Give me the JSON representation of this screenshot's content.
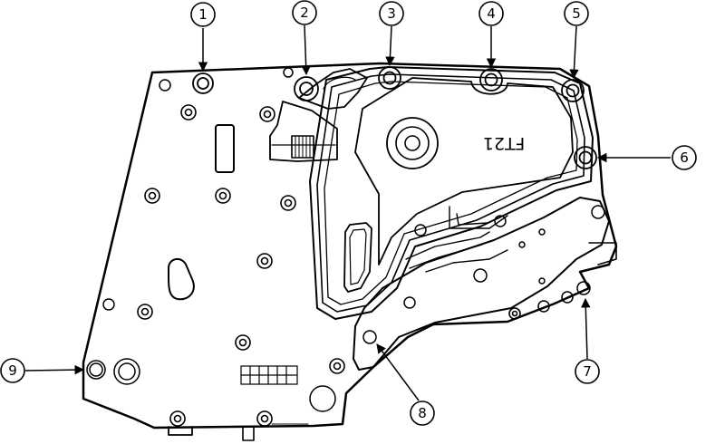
{
  "figure": {
    "case_marking": "FT21",
    "callouts": [
      {
        "id": "1",
        "label": "1"
      },
      {
        "id": "2",
        "label": "2"
      },
      {
        "id": "3",
        "label": "3"
      },
      {
        "id": "4",
        "label": "4"
      },
      {
        "id": "5",
        "label": "5"
      },
      {
        "id": "6",
        "label": "6"
      },
      {
        "id": "7",
        "label": "7"
      },
      {
        "id": "8",
        "label": "8"
      },
      {
        "id": "9",
        "label": "9"
      }
    ]
  },
  "colors": {
    "line": "#000000",
    "background": "#ffffff"
  }
}
